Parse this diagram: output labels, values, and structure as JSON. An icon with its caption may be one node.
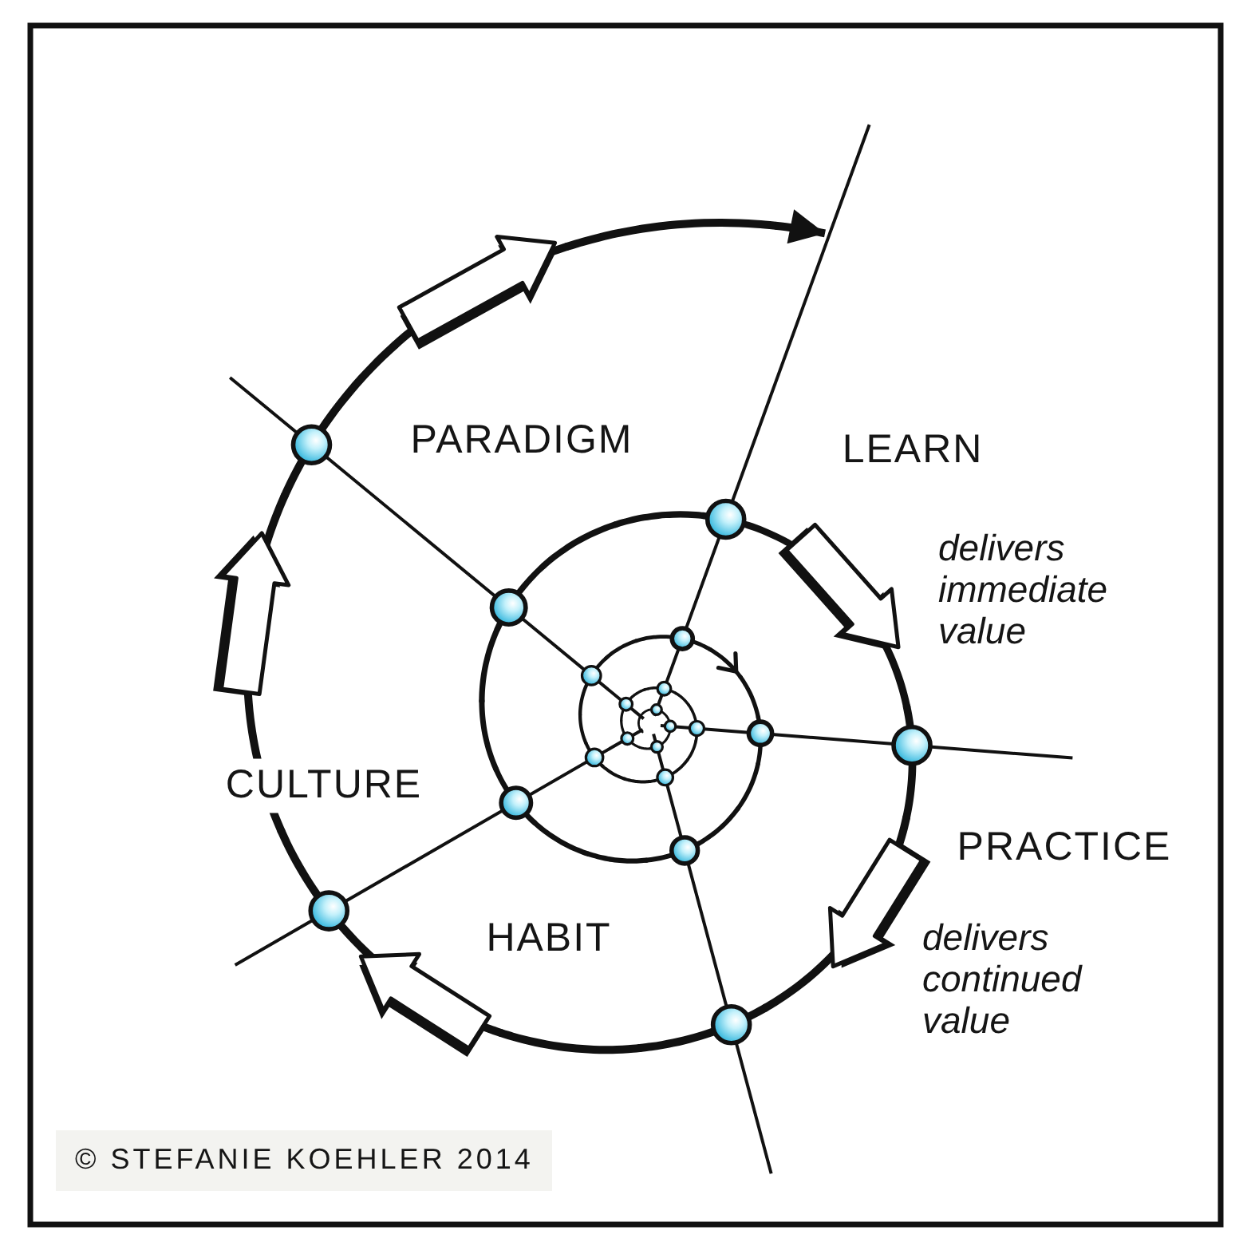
{
  "diagram": {
    "labels": [
      "PARADIGM",
      "LEARN",
      "delivers immediate value",
      "CULTURE",
      "PRACTICE",
      "delivers continued value",
      "HABIT",
      "© STEFANIE KOEHLER 2014"
    ]
  }
}
